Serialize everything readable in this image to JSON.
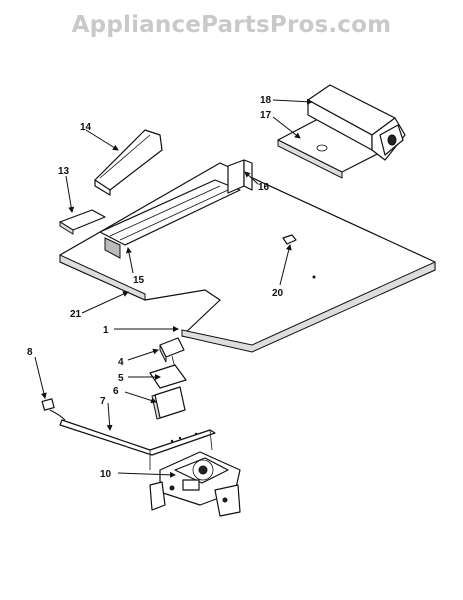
{
  "watermark": "AppliancePartsPros.com",
  "callouts": {
    "c1": "1",
    "c4": "4",
    "c5": "5",
    "c6": "6",
    "c7": "7",
    "c8": "8",
    "c10": "10",
    "c13": "13",
    "c14": "14",
    "c15": "15",
    "c16": "16",
    "c17": "17",
    "c18": "18",
    "c20": "20",
    "c21": "21"
  }
}
